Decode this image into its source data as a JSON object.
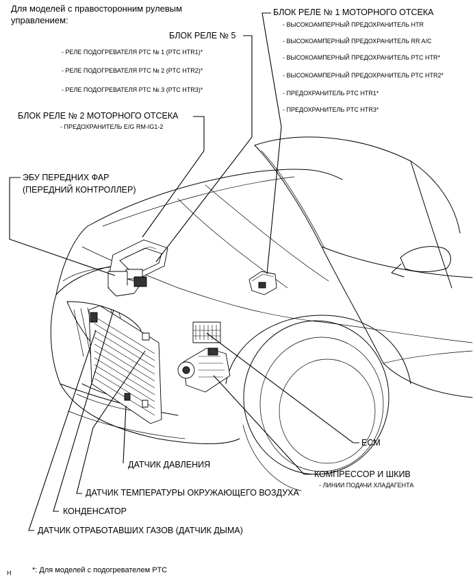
{
  "header": {
    "line1": "Для моделей с правосторонним рулевым",
    "line2": "управлением:"
  },
  "relay_block_1": {
    "title": "БЛОК РЕЛЕ № 1 МОТОРНОГО ОТСЕКА",
    "items": [
      "- ВЫСОКОАМПЕРНЫЙ ПРЕДОХРАНИТЕЛЬ HTR",
      "- ВЫСОКОАМПЕРНЫЙ ПРЕДОХРАНИТЕЛЬ RR A/C",
      "- ВЫСОКОАМПЕРНЫЙ ПРЕДОХРАНИТЕЛЬ PTC HTR*",
      "- ВЫСОКОАМПЕРНЫЙ ПРЕДОХРАНИТЕЛЬ PTC HTR2*",
      "- ПРЕДОХРАНИТЕЛЬ PTC HTR1*",
      "- ПРЕДОХРАНИТЕЛЬ PTC HTR3*"
    ]
  },
  "relay_block_5": {
    "title": "БЛОК РЕЛЕ № 5",
    "items": [
      "- РЕЛЕ ПОДОГРЕВАТЕЛЯ PTC № 1 (PTC HTR1)*",
      "- РЕЛЕ ПОДОГРЕВАТЕЛЯ PTC № 2 (PTC HTR2)*",
      "- РЕЛЕ ПОДОГРЕВАТЕЛЯ PTC № 3 (PTC HTR3)*"
    ]
  },
  "relay_block_2": {
    "title": "БЛОК РЕЛЕ № 2 МОТОРНОГО ОТСЕКА",
    "items": [
      "- ПРЕДОХРАНИТЕЛЬ E/G RM-IG1-2"
    ]
  },
  "headlamp_ecu": {
    "line1": "ЭБУ ПЕРЕДНИХ ФАР",
    "line2": "(ПЕРЕДНИЙ КОНТРОЛЛЕР)"
  },
  "labels": {
    "ecm": "ECM",
    "compressor": "КОМПРЕССОР И ШКИВ",
    "refrigerant_lines": "- ЛИНИИ ПОДАЧИ ХЛАДАГЕНТА",
    "pressure_sensor": "ДАТЧИК ДАВЛЕНИЯ",
    "ambient_temp_sensor": "ДАТЧИК ТЕМПЕРАТУРЫ ОКРУЖАЮЩЕГО ВОЗДУХА",
    "condenser": "КОНДЕНСАТОР",
    "exhaust_sensor": "ДАТЧИК ОТРАБОТАВШИХ ГАЗОВ (ДАТЧИК ДЫМА)"
  },
  "footer": {
    "mark": "H",
    "note": "*: Для моделей с подогревателем PTC"
  }
}
